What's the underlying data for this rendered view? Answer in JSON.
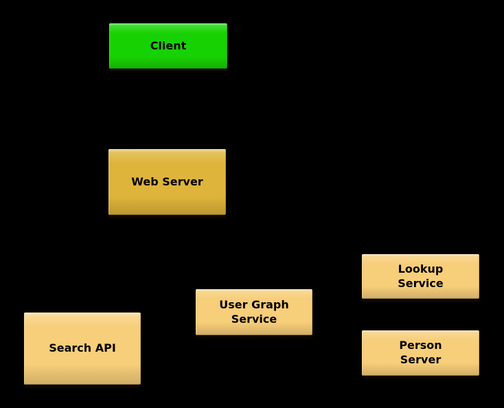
{
  "diagram": {
    "background": "#000000",
    "text_color": "#000000",
    "colors": {
      "client_green": "#17d202",
      "web_server_gold": "#dfb43a",
      "service_tan": "#f7ce79"
    },
    "nodes": [
      {
        "id": "client",
        "label": "Client",
        "color": "#17d202"
      },
      {
        "id": "web-server",
        "label": "Web Server",
        "color": "#dfb43a"
      },
      {
        "id": "search-api",
        "label": "Search API",
        "color": "#f7ce79"
      },
      {
        "id": "user-graph-service",
        "label": "User Graph\nService",
        "color": "#f7ce79"
      },
      {
        "id": "lookup-service",
        "label": "Lookup\nService",
        "color": "#f7ce79"
      },
      {
        "id": "person-server",
        "label": "Person\nServer",
        "color": "#f7ce79"
      }
    ]
  }
}
